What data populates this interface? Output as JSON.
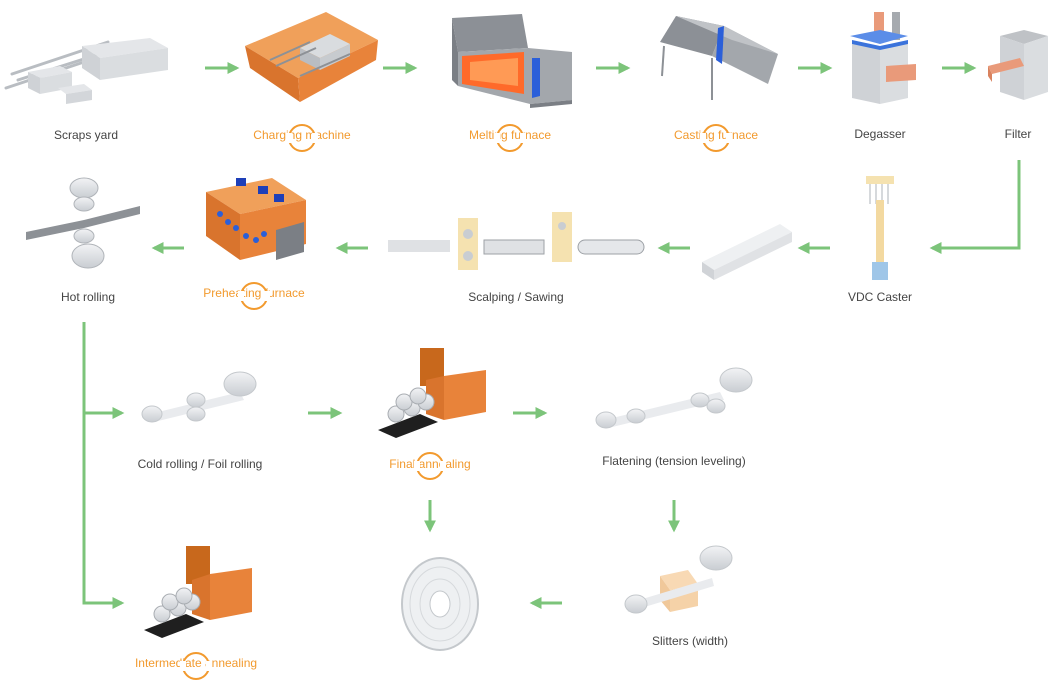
{
  "colors": {
    "arrow": "#7cc47a",
    "highlight": "#f29a2e",
    "label": "#444444",
    "orange_machine": "#e8833a",
    "grey_machine": "#9a9ea3",
    "blue_accent": "#2b5fd9"
  },
  "steps": {
    "scraps_yard": "Scraps yard",
    "charging_machine": "Charging machine",
    "melting_furnace": "Melting furnace",
    "casting_furnace": "Casting furnace",
    "degasser": "Degasser",
    "filter": "Filter",
    "hot_rolling": "Hot rolling",
    "preheating_furnace": "Preheating furnace",
    "scalping_sawing": "Scalping / Sawing",
    "vdc_caster": "VDC Caster",
    "cold_rolling": "Cold rolling / Foil rolling",
    "final_annealing": "Final annealing",
    "flattening": "Flatening (tension leveling)",
    "slitters": "Slitters (width)",
    "intermediate_annealing": "Intermediate annealing"
  }
}
